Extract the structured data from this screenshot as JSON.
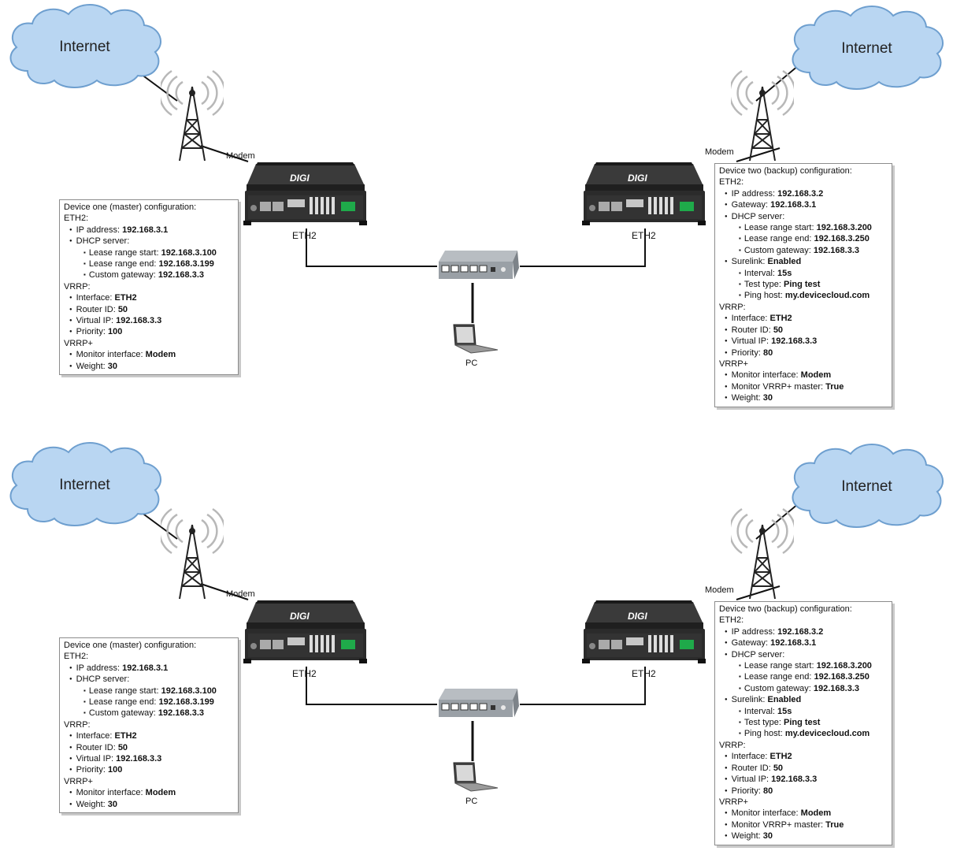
{
  "cloud_label": "Internet",
  "modem_label": "Modem",
  "eth2_label": "ETH2",
  "pc_label": "PC",
  "device_brand": "DIGI",
  "device_one": {
    "title": "Device one (master) configuration:",
    "items": [
      {
        "level": 0,
        "text": "ETH2:"
      },
      {
        "level": 1,
        "label": "IP address: ",
        "value": "192.168.3.1"
      },
      {
        "level": 1,
        "label": "DHCP server:"
      },
      {
        "level": 2,
        "label": "Lease range start: ",
        "value": "192.168.3.100"
      },
      {
        "level": 2,
        "label": "Lease range end: ",
        "value": "192.168.3.199"
      },
      {
        "level": 2,
        "label": "Custom gateway: ",
        "value": "192.168.3.3"
      },
      {
        "level": 0,
        "text": "VRRP:"
      },
      {
        "level": 1,
        "label": "Interface: ",
        "value": "ETH2"
      },
      {
        "level": 1,
        "label": "Router ID: ",
        "value": "50"
      },
      {
        "level": 1,
        "label": "Virtual IP: ",
        "value": "192.168.3.3"
      },
      {
        "level": 1,
        "label": "Priority: ",
        "value": "100"
      },
      {
        "level": 0,
        "text": "VRRP+"
      },
      {
        "level": 1,
        "label": "Monitor interface: ",
        "value": "Modem"
      },
      {
        "level": 1,
        "label": "Weight: ",
        "value": "30"
      }
    ]
  },
  "device_two": {
    "title": "Device two (backup) configuration:",
    "items": [
      {
        "level": 0,
        "text": "ETH2:"
      },
      {
        "level": 1,
        "label": "IP address: ",
        "value": "192.168.3.2"
      },
      {
        "level": 1,
        "label": "Gateway: ",
        "value": "192.168.3.1"
      },
      {
        "level": 1,
        "label": "DHCP server:"
      },
      {
        "level": 2,
        "label": "Lease range start: ",
        "value": "192.168.3.200"
      },
      {
        "level": 2,
        "label": "Lease range end: ",
        "value": "192.168.3.250"
      },
      {
        "level": 2,
        "label": "Custom gateway: ",
        "value": "192.168.3.3"
      },
      {
        "level": 1,
        "label": "Surelink: ",
        "value": "Enabled"
      },
      {
        "level": 2,
        "label": "Interval: ",
        "value": "15s"
      },
      {
        "level": 2,
        "label": "Test type: ",
        "value": "Ping test"
      },
      {
        "level": 2,
        "label": "Ping host: ",
        "value": "my.devicecloud.com"
      },
      {
        "level": 0,
        "text": "VRRP:"
      },
      {
        "level": 1,
        "label": "Interface: ",
        "value": "ETH2"
      },
      {
        "level": 1,
        "label": "Router ID: ",
        "value": "50"
      },
      {
        "level": 1,
        "label": "Virtual IP: ",
        "value": "192.168.3.3"
      },
      {
        "level": 1,
        "label": "Priority: ",
        "value": "80"
      },
      {
        "level": 0,
        "text": "VRRP+"
      },
      {
        "level": 1,
        "label": "Monitor interface: ",
        "value": "Modem"
      },
      {
        "level": 1,
        "label": "Monitor VRRP+ master: ",
        "value": "True"
      },
      {
        "level": 1,
        "label": "Weight: ",
        "value": "30"
      }
    ]
  },
  "colors": {
    "cloud_fill": "#b9d6f2",
    "cloud_stroke": "#6e9fcf",
    "device_body": "#2b2b2b",
    "switch_body": "#9aa0a6",
    "wire": "#111111"
  },
  "icons": [
    "cloud-icon",
    "cell-tower-icon",
    "router-device-icon",
    "network-switch-icon",
    "laptop-icon"
  ]
}
